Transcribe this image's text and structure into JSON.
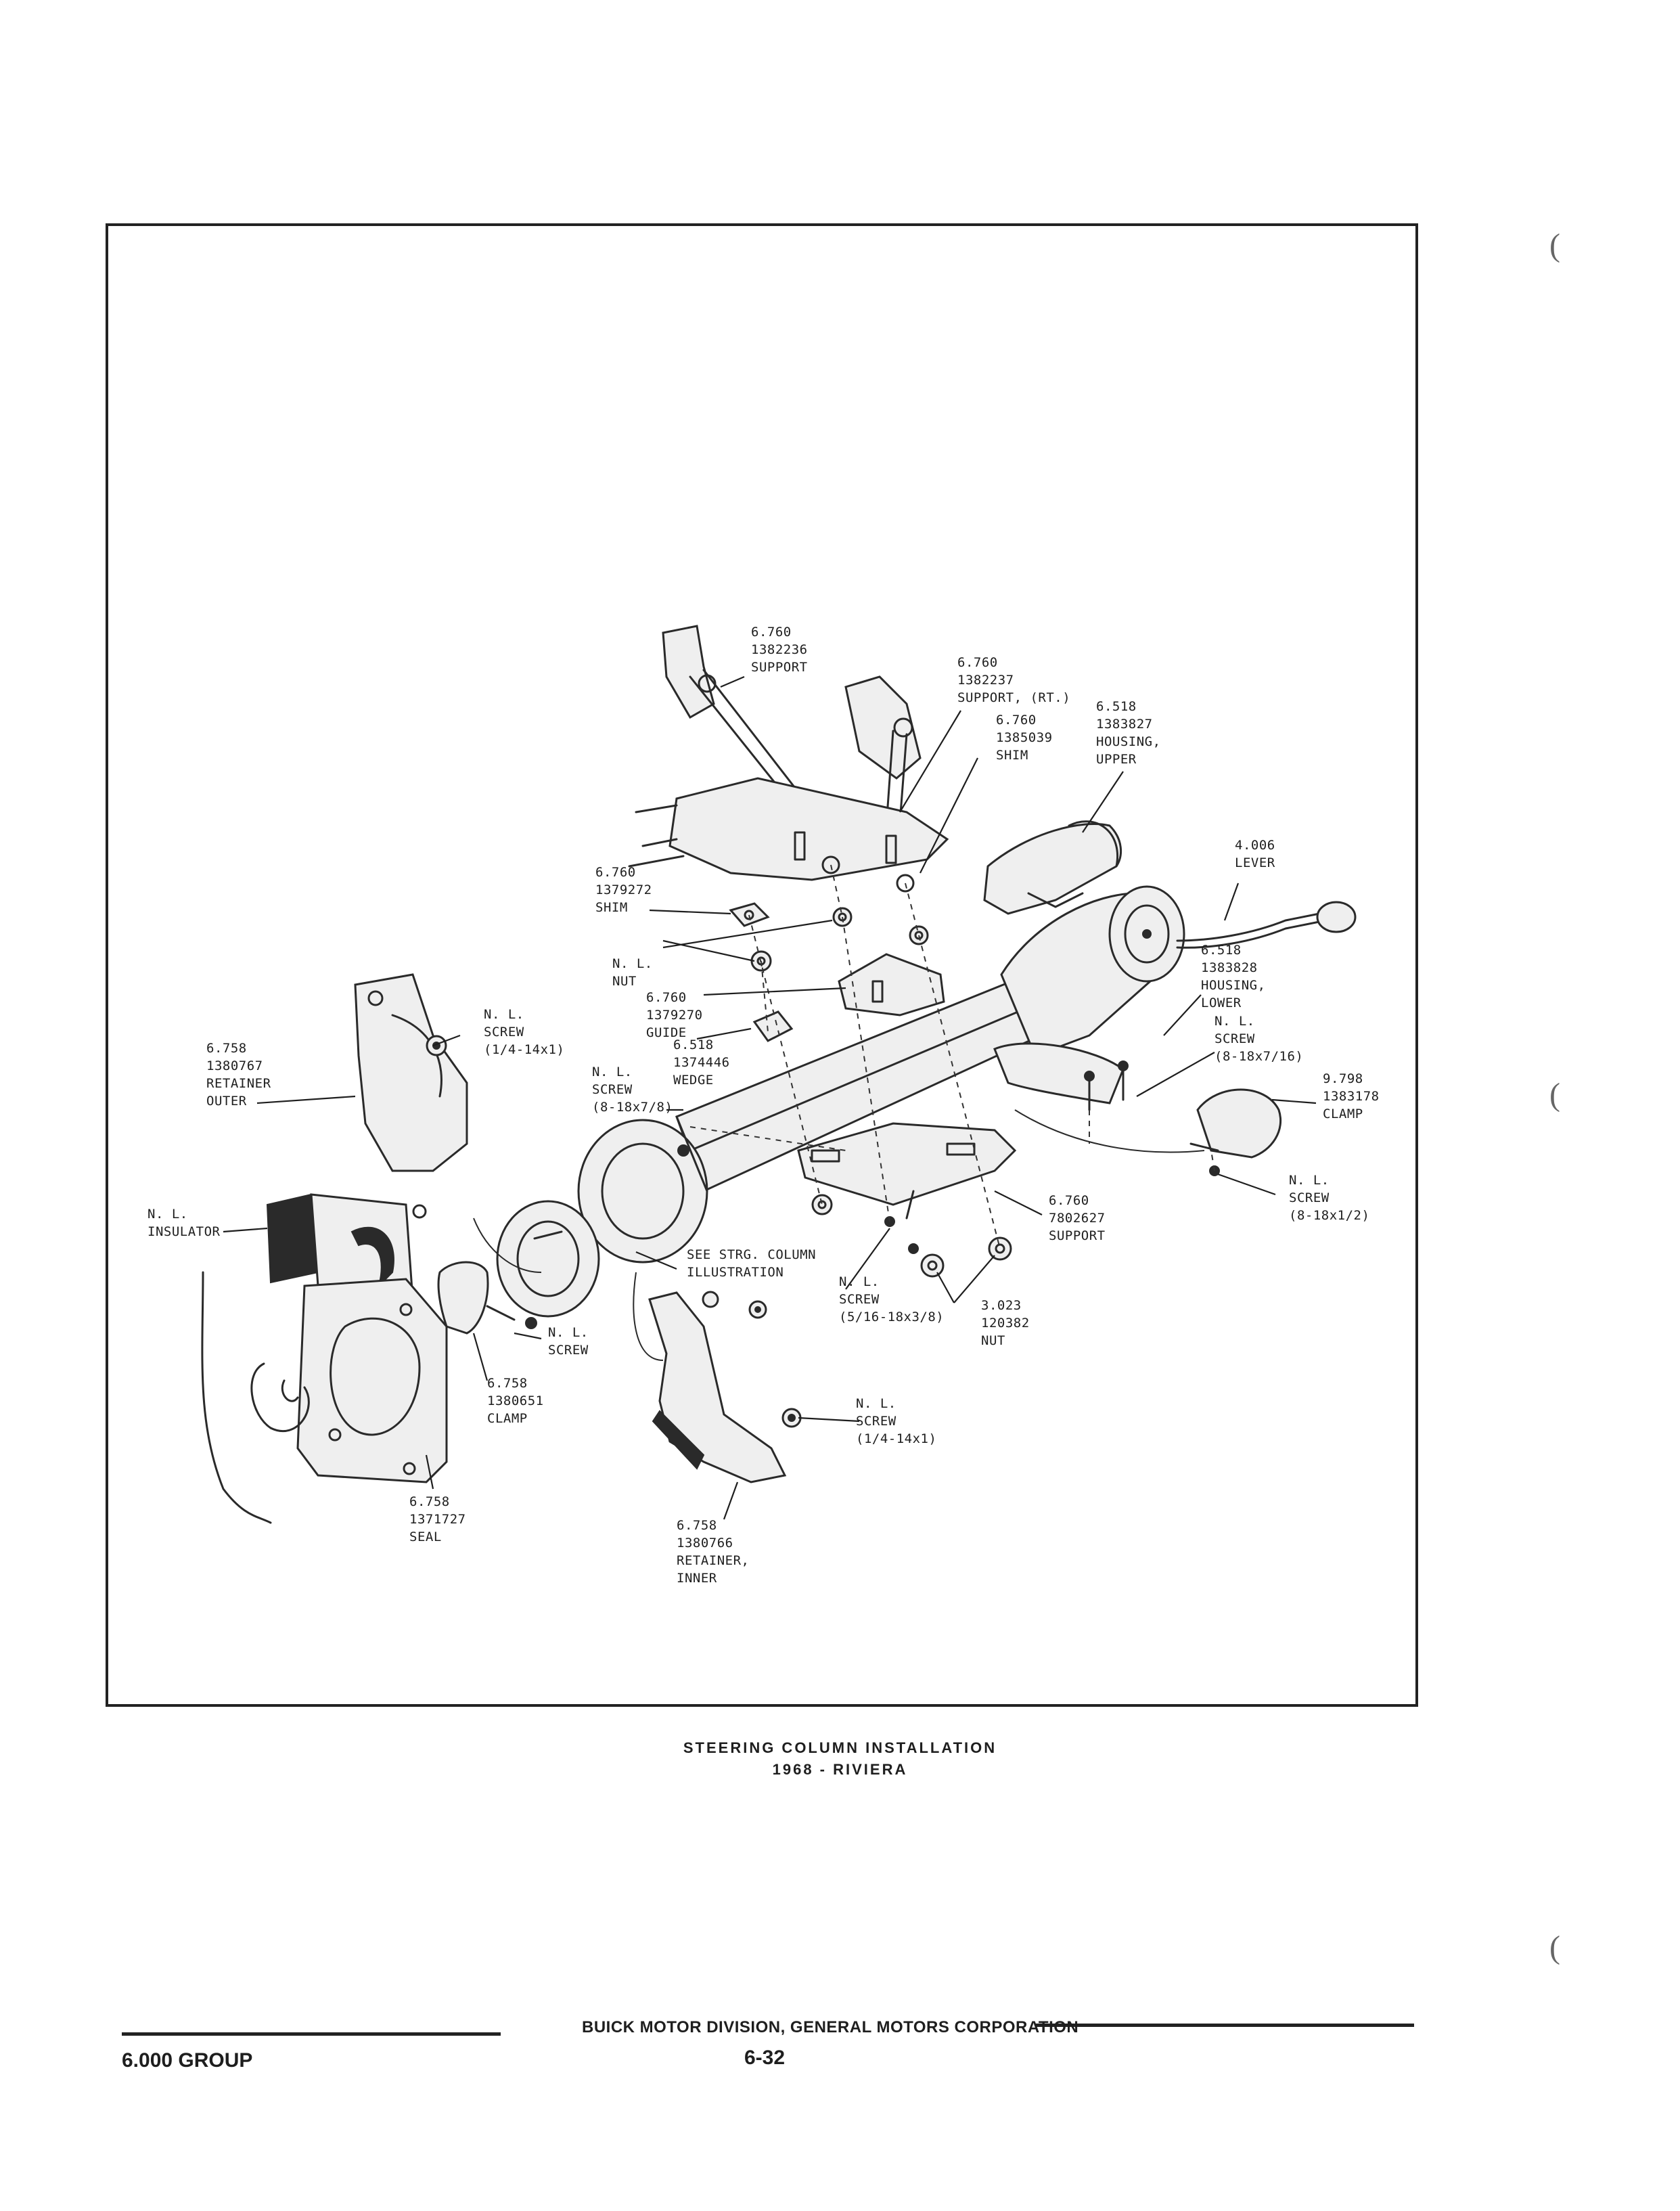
{
  "labels": {
    "support_1": [
      "6.760",
      "1382236",
      "SUPPORT"
    ],
    "support_rt": [
      "6.760",
      "1382237",
      "SUPPORT, (RT.)"
    ],
    "shim_upper": [
      "6.760",
      "1385039",
      "SHIM"
    ],
    "housing_upper": [
      "6.518",
      "1383827",
      "HOUSING,",
      "UPPER"
    ],
    "lever": [
      "4.006",
      "LEVER"
    ],
    "shim_lower": [
      "6.760",
      "1379272",
      "SHIM"
    ],
    "nut_nl": [
      "N. L.",
      "NUT"
    ],
    "guide": [
      "6.760",
      "1379270",
      "GUIDE"
    ],
    "wedge": [
      "6.518",
      "1374446",
      "WEDGE"
    ],
    "housing_lower": [
      "6.518",
      "1383828",
      "HOUSING,",
      "LOWER"
    ],
    "screw_8_18x7_16": [
      "N. L.",
      "SCREW",
      "(8-18x7/16)"
    ],
    "clamp_1383178": [
      "9.798",
      "1383178",
      "CLAMP"
    ],
    "screw_1_4_14x1_top": [
      "N. L.",
      "SCREW",
      "(1/4-14x1)"
    ],
    "retainer_outer": [
      "6.758",
      "1380767",
      "RETAINER",
      "OUTER"
    ],
    "screw_8_18x7_8": [
      "N. L.",
      "SCREW",
      "(8-18x7/8)"
    ],
    "screw_8_18x1_2": [
      "N. L.",
      "SCREW",
      "(8-18x1/2)"
    ],
    "support_7802627": [
      "6.760",
      "7802627",
      "SUPPORT"
    ],
    "insulator": [
      "N. L.",
      "INSULATOR"
    ],
    "see_column": [
      "SEE STRG. COLUMN",
      "ILLUSTRATION"
    ],
    "screw_5_16": [
      "N. L.",
      "SCREW",
      "(5/16-18x3/8)"
    ],
    "nut_120382": [
      "3.023",
      "120382",
      "NUT"
    ],
    "screw_nl": [
      "N. L.",
      "SCREW"
    ],
    "clamp_1380651": [
      "6.758",
      "1380651",
      "CLAMP"
    ],
    "screw_1_4_14x1_bottom": [
      "N. L.",
      "SCREW",
      "(1/4-14x1)"
    ],
    "seal": [
      "6.758",
      "1371727",
      "SEAL"
    ],
    "retainer_inner": [
      "6.758",
      "1380766",
      "RETAINER,",
      "INNER"
    ]
  },
  "caption": {
    "title": "STEERING COLUMN INSTALLATION",
    "subtitle": "1968 - RIVIERA"
  },
  "footer": {
    "corporation": "BUICK MOTOR DIVISION, GENERAL MOTORS CORPORATION",
    "group": "6.000 GROUP",
    "page": "6-32"
  }
}
